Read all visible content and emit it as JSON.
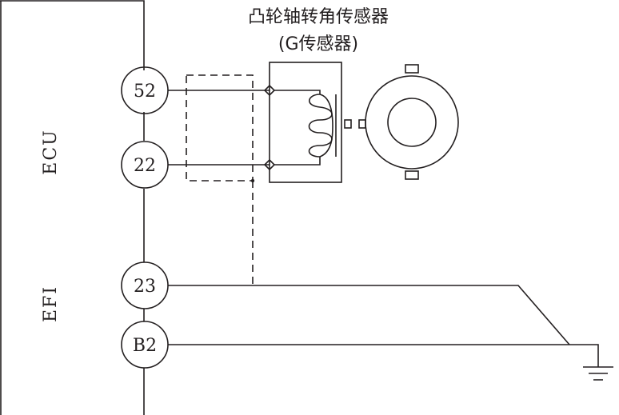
{
  "sensor": {
    "title": "凸轮轴转角传感器",
    "subtitle": "(G传感器)"
  },
  "ecu": {
    "label_top": "ECU",
    "label_bottom": "EFI"
  },
  "pins": [
    {
      "id": "52",
      "label": "52"
    },
    {
      "id": "22",
      "label": "22"
    },
    {
      "id": "23",
      "label": "23"
    },
    {
      "id": "B2",
      "label": "B2"
    }
  ],
  "colors": {
    "line": "#231f20",
    "background": "#ffffff"
  }
}
